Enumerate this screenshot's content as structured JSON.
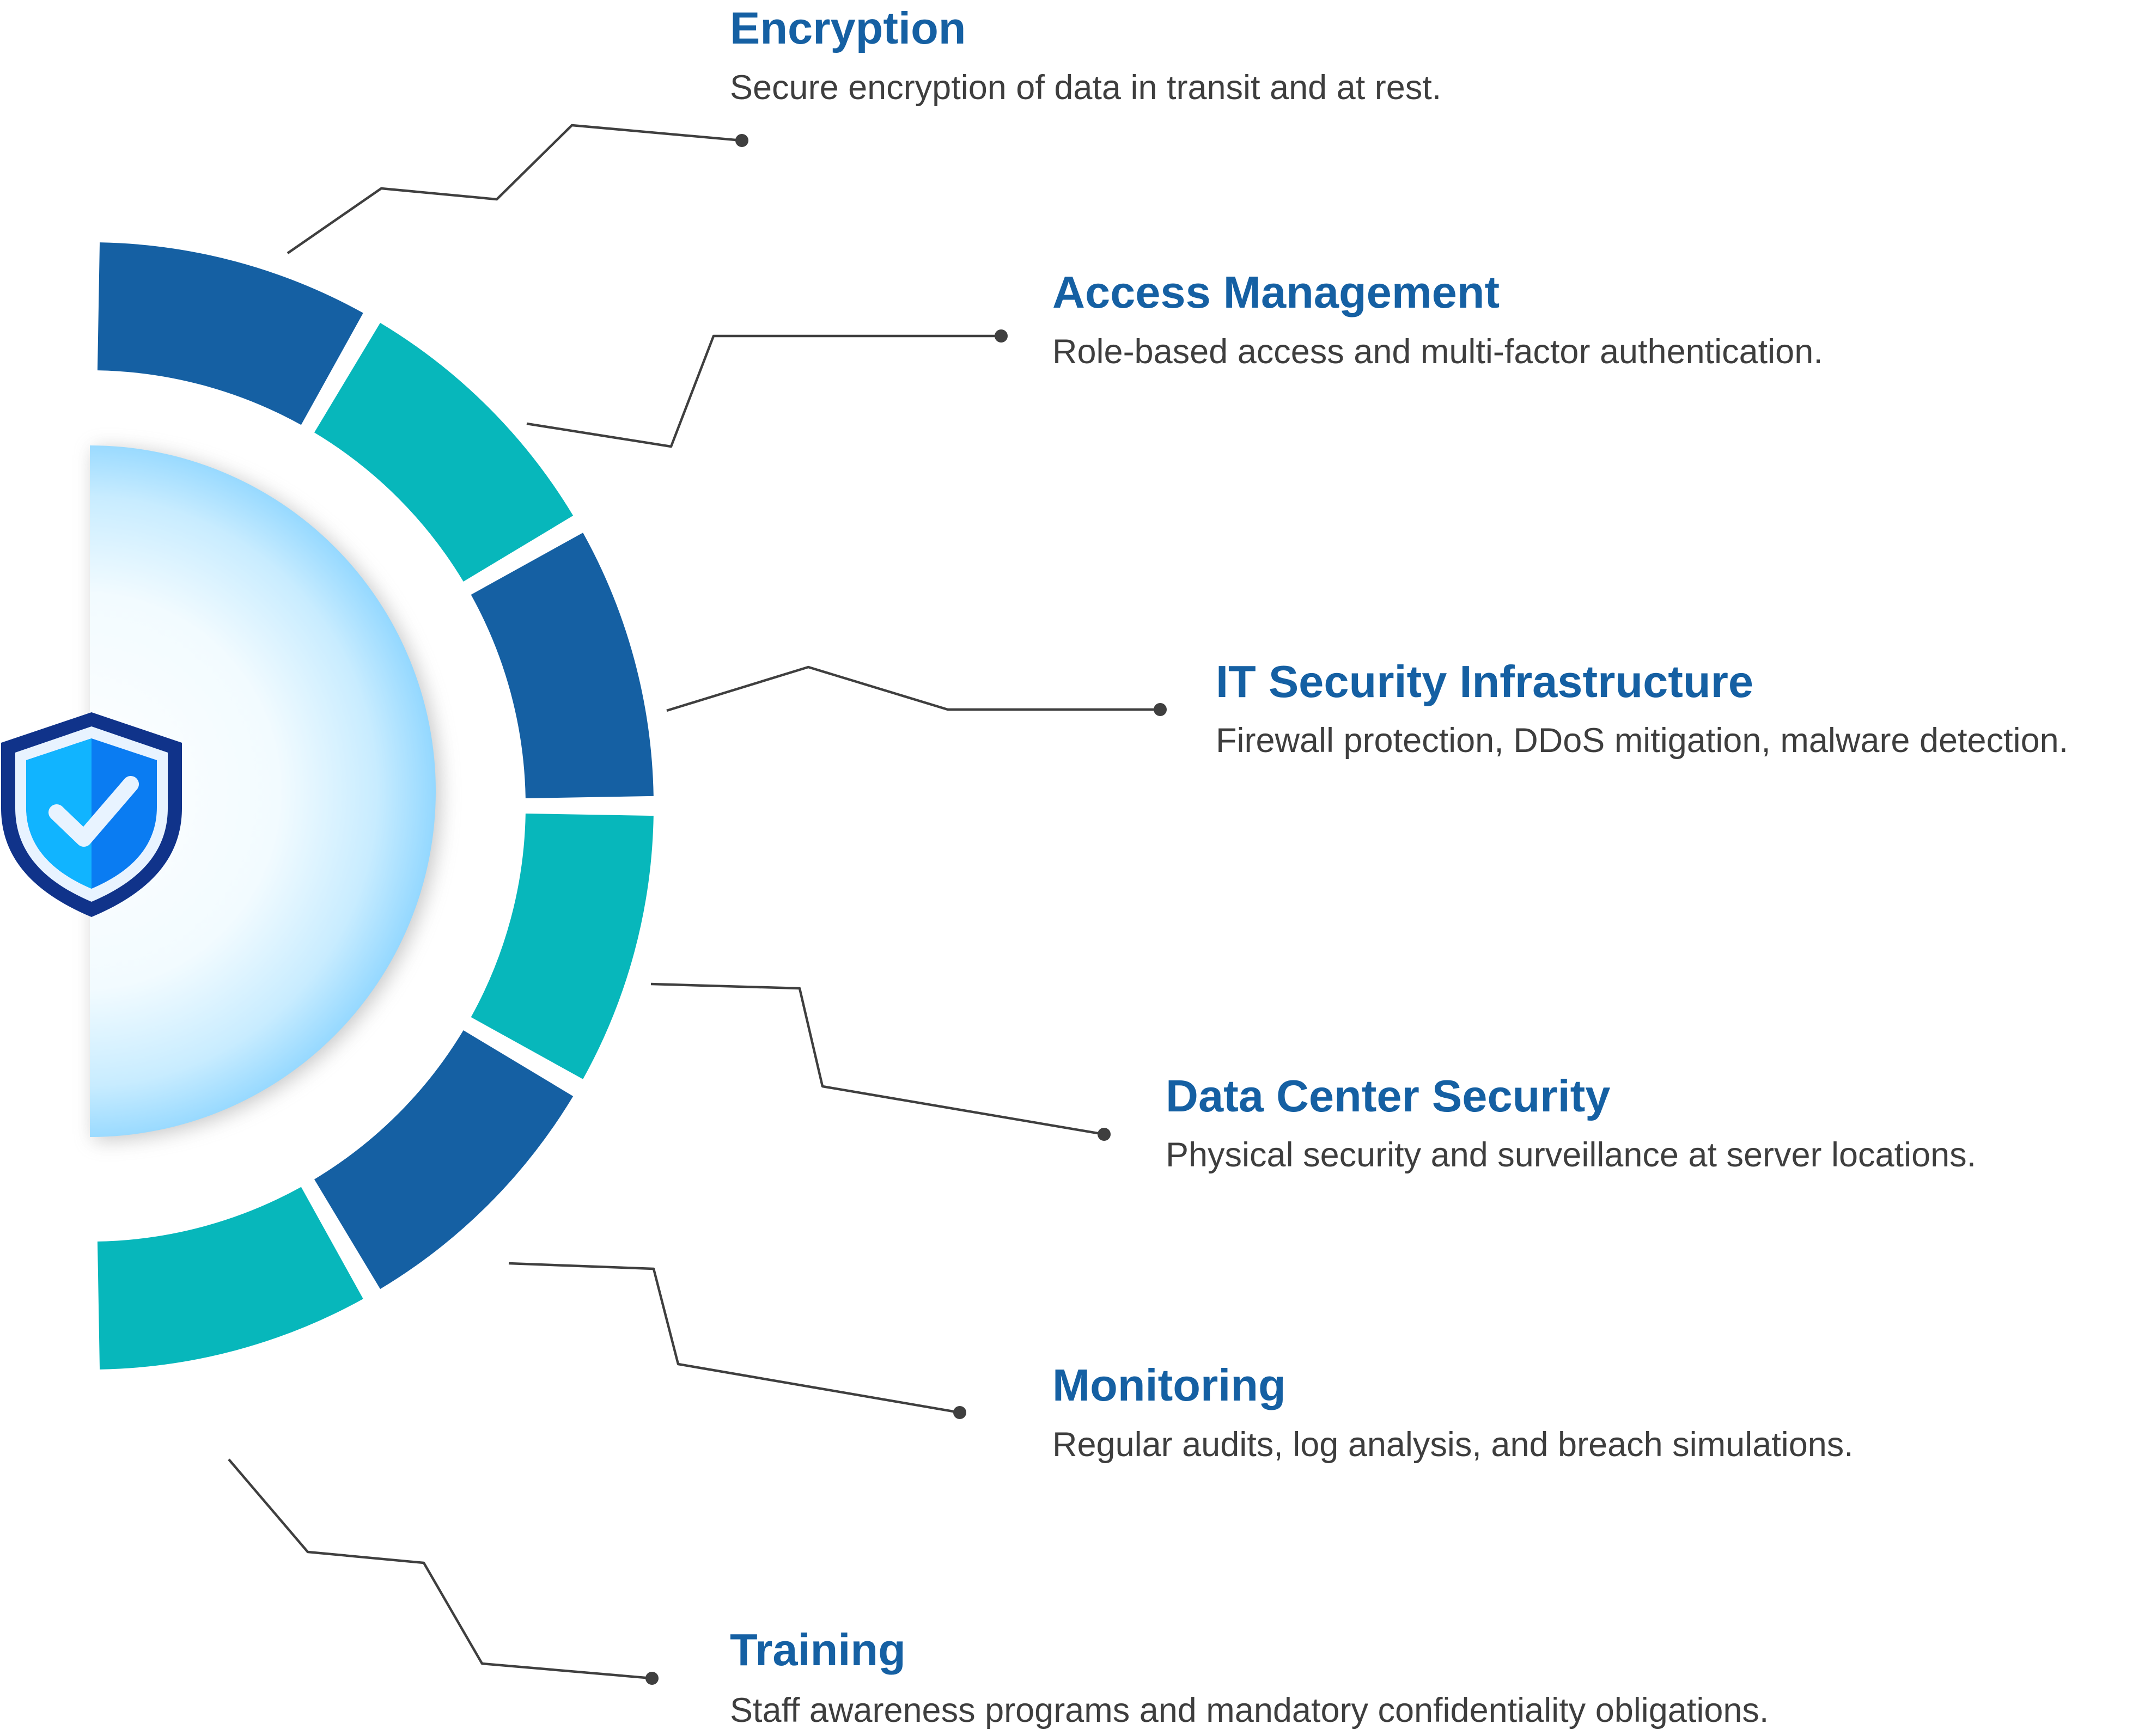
{
  "colors": {
    "segment_dark": "#1560a3",
    "segment_teal": "#07b7bb",
    "title": "#1560a3",
    "description": "#3e3e3e",
    "connector": "#3f3f3f",
    "shield_outer": "#10338a",
    "shield_inner": "#0a7cf2"
  },
  "center": {
    "icon": "shield-check-icon"
  },
  "items": [
    {
      "title": "Encryption",
      "description": "Secure encryption of data in transit and at rest.",
      "segment_color": "dark"
    },
    {
      "title": "Access Management",
      "description": "Role-based access and multi-factor authentication.",
      "segment_color": "teal"
    },
    {
      "title": "IT Security Infrastructure",
      "description": "Firewall protection, DDoS mitigation, malware detection.",
      "segment_color": "dark"
    },
    {
      "title": "Data Center Security",
      "description": "Physical security and surveillance at server locations.",
      "segment_color": "teal"
    },
    {
      "title": "Monitoring",
      "description": "Regular audits, log analysis, and breach simulations.",
      "segment_color": "dark"
    },
    {
      "title": "Training",
      "description": "Staff awareness programs and mandatory confidentiality obligations.",
      "segment_color": "teal"
    }
  ]
}
